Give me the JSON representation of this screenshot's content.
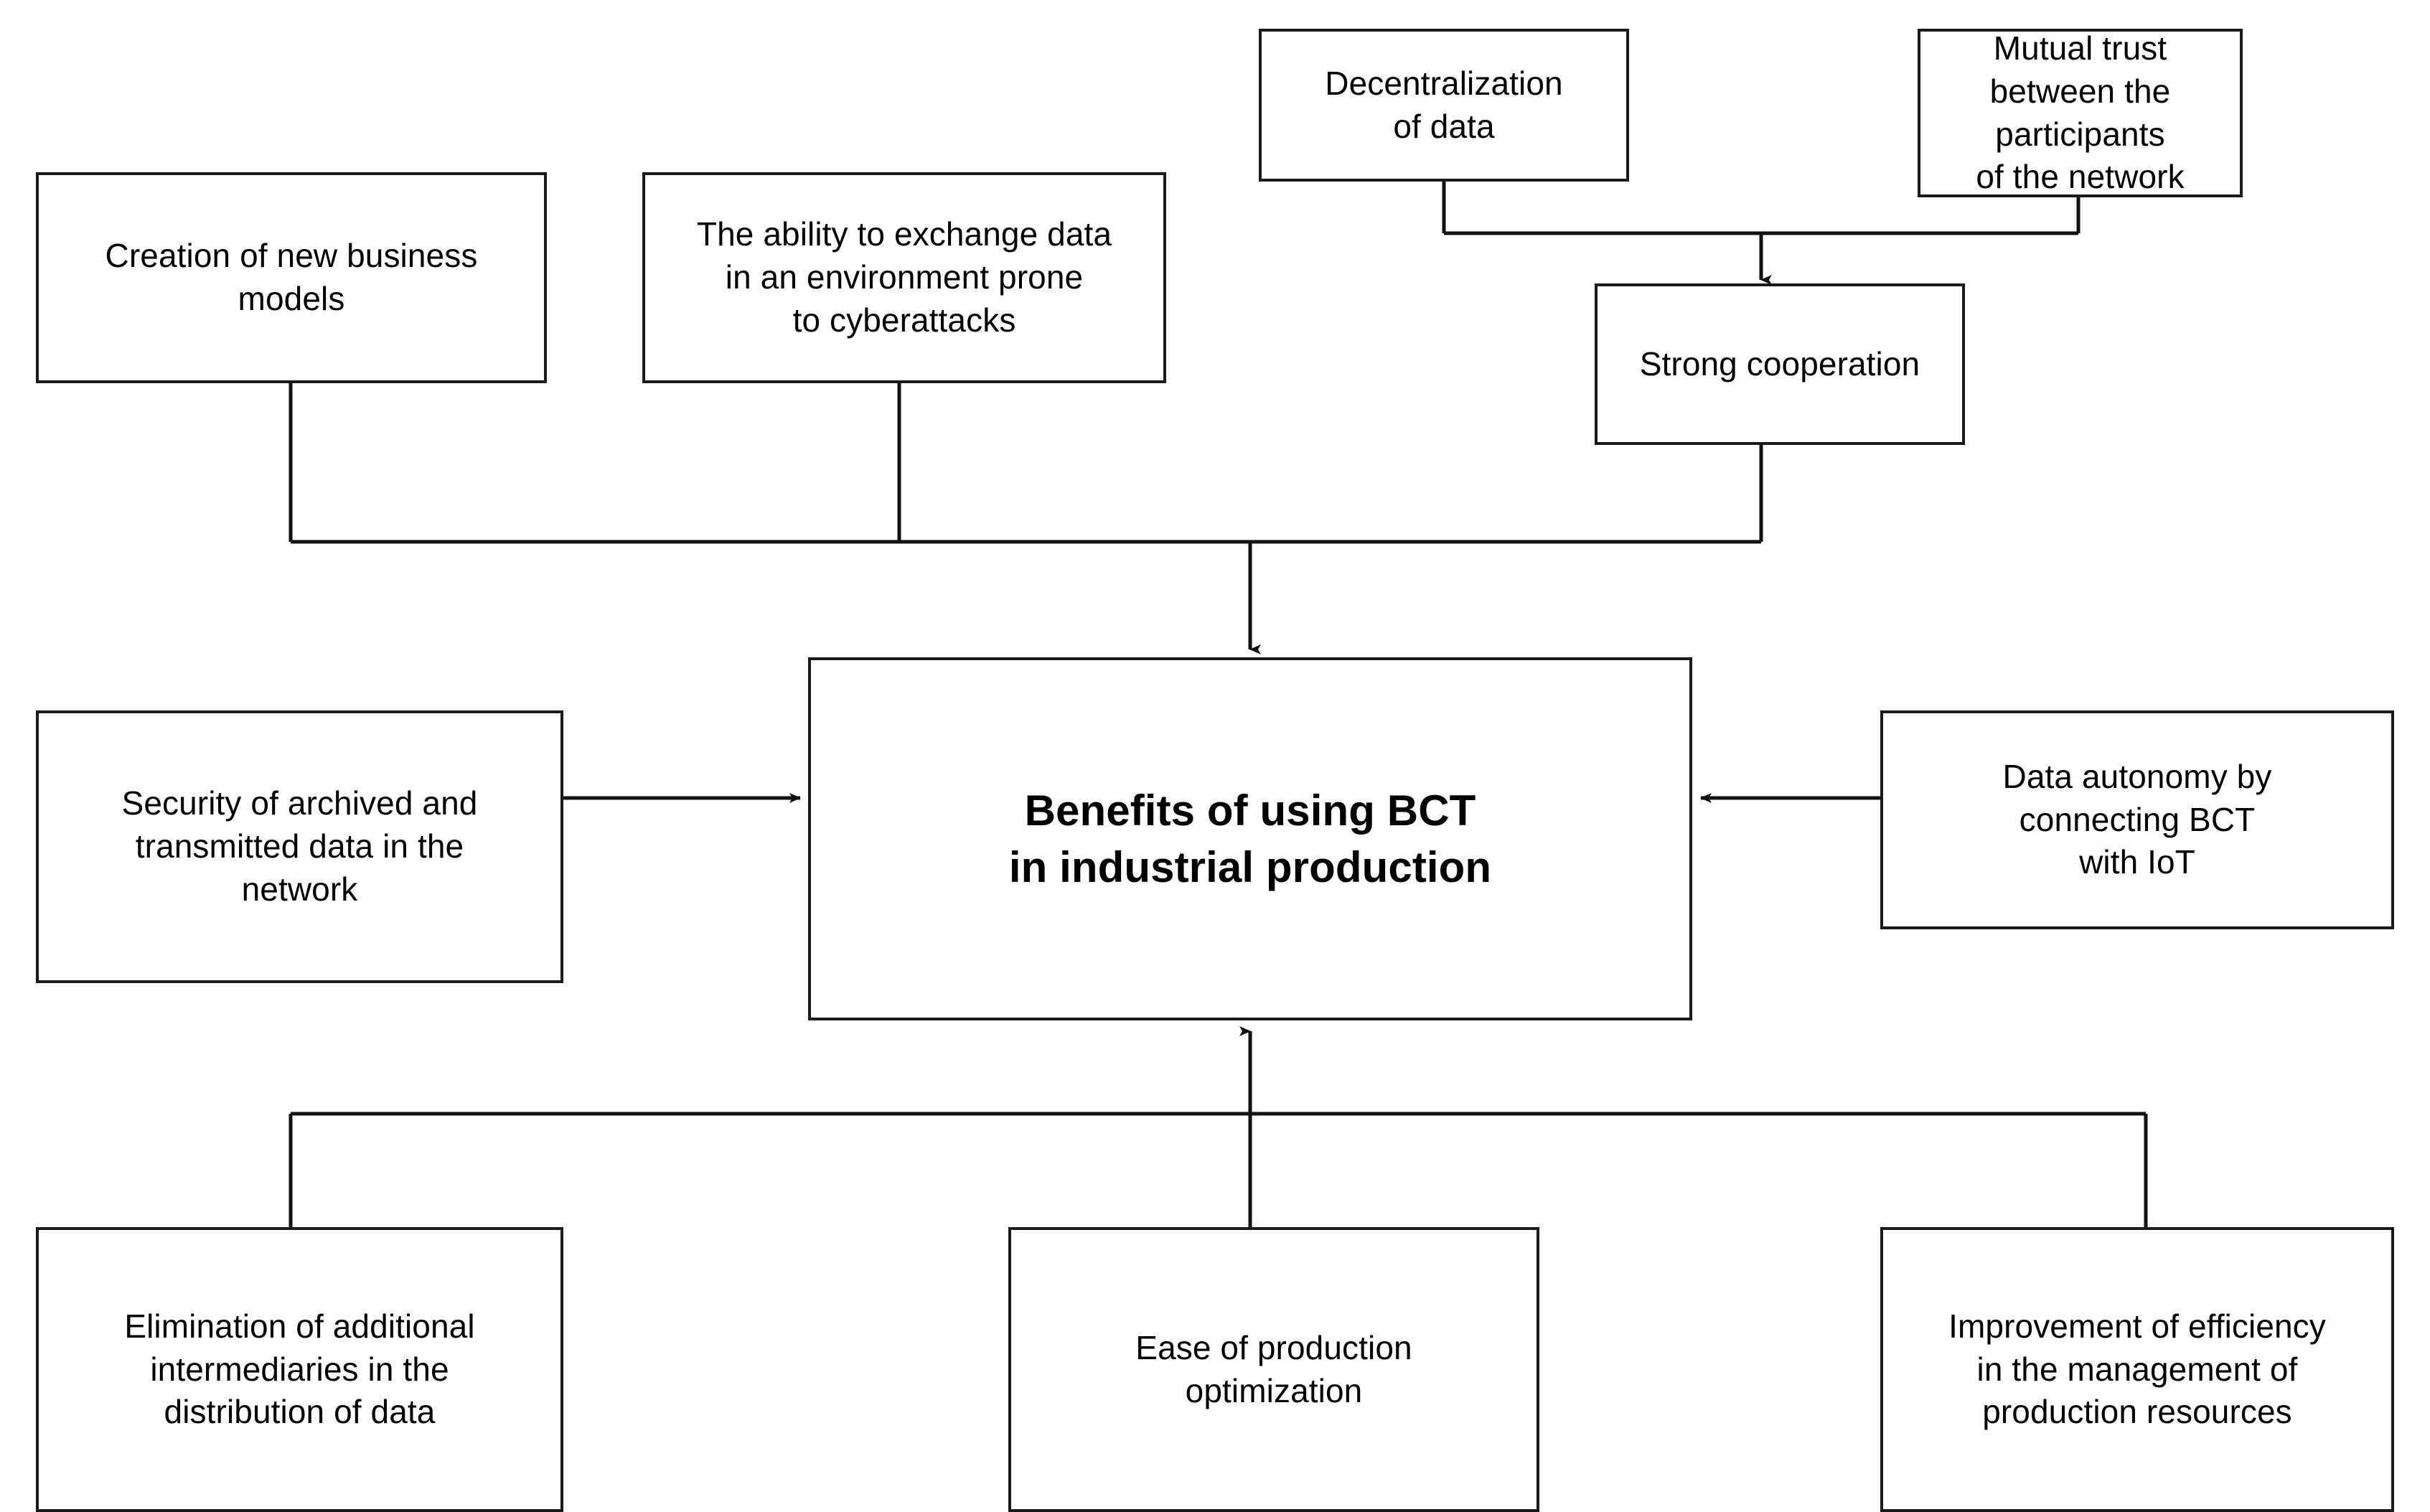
{
  "diagram": {
    "title": "Benefits of using BCT in industrial production",
    "type": "block-flow-diagram",
    "background_color": "#ffffff",
    "border_color": "#1a1a1a",
    "text_color": "#000000",
    "nodes": {
      "creation_of_new_business_models": "Creation of new business\nmodels",
      "ability_to_exchange_data": "The ability to exchange data\nin an environment prone\nto cyberattacks",
      "decentralization_of_data": "Decentralization\nof data",
      "mutual_trust": "Mutual trust between the\nparticipants\nof the network",
      "strong_cooperation": "Strong cooperation",
      "center": "Benefits of using BCT\nin industrial production",
      "security_of_data": "Security of archived and\ntransmitted data in the\nnetwork",
      "data_autonomy": "Data autonomy by\nconnecting BCT\nwith IoT",
      "elimination_of_intermediaries": "Elimination of additional\nintermediaries in the\ndistribution of data",
      "ease_of_production_optimization": "Ease of production\noptimization",
      "improvement_of_efficiency": "Improvement of efficiency\nin the management of\nproduction resources"
    }
  }
}
